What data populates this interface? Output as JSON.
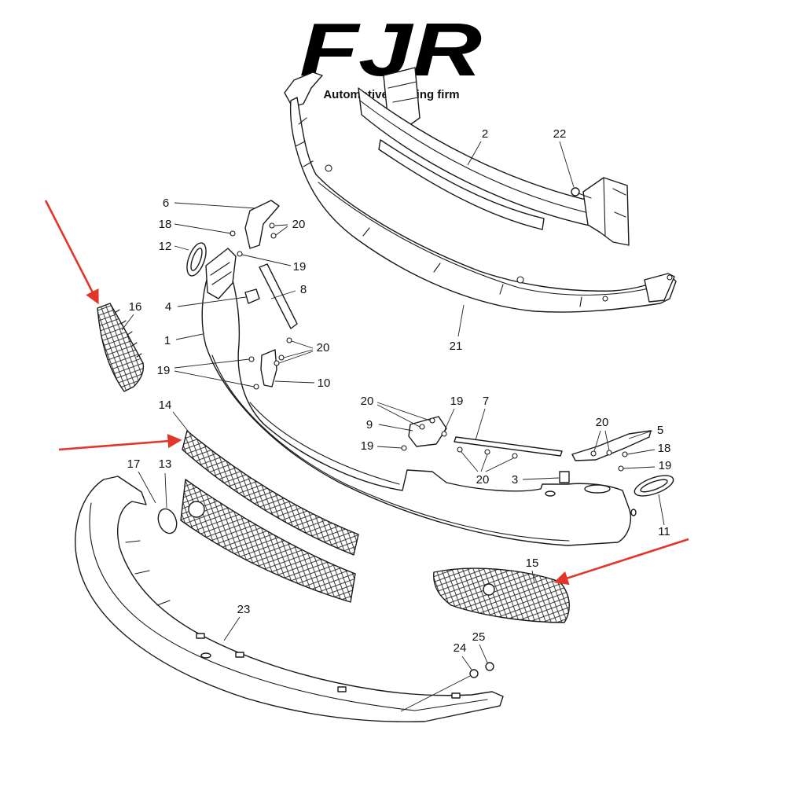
{
  "logo": {
    "mark": "FJR",
    "tagline": "Automotive lighting firm"
  },
  "callouts": [
    "2",
    "22",
    "6",
    "18",
    "20",
    "12",
    "19",
    "8",
    "4",
    "16",
    "1",
    "20",
    "19",
    "10",
    "21",
    "14",
    "20",
    "19",
    "7",
    "9",
    "19",
    "5",
    "20",
    "18",
    "17",
    "13",
    "20",
    "3",
    "19",
    "11",
    "15",
    "23",
    "25",
    "24"
  ],
  "colors": {
    "line": "#1a1a1a",
    "arrow": "#e2362a",
    "background": "#ffffff"
  }
}
